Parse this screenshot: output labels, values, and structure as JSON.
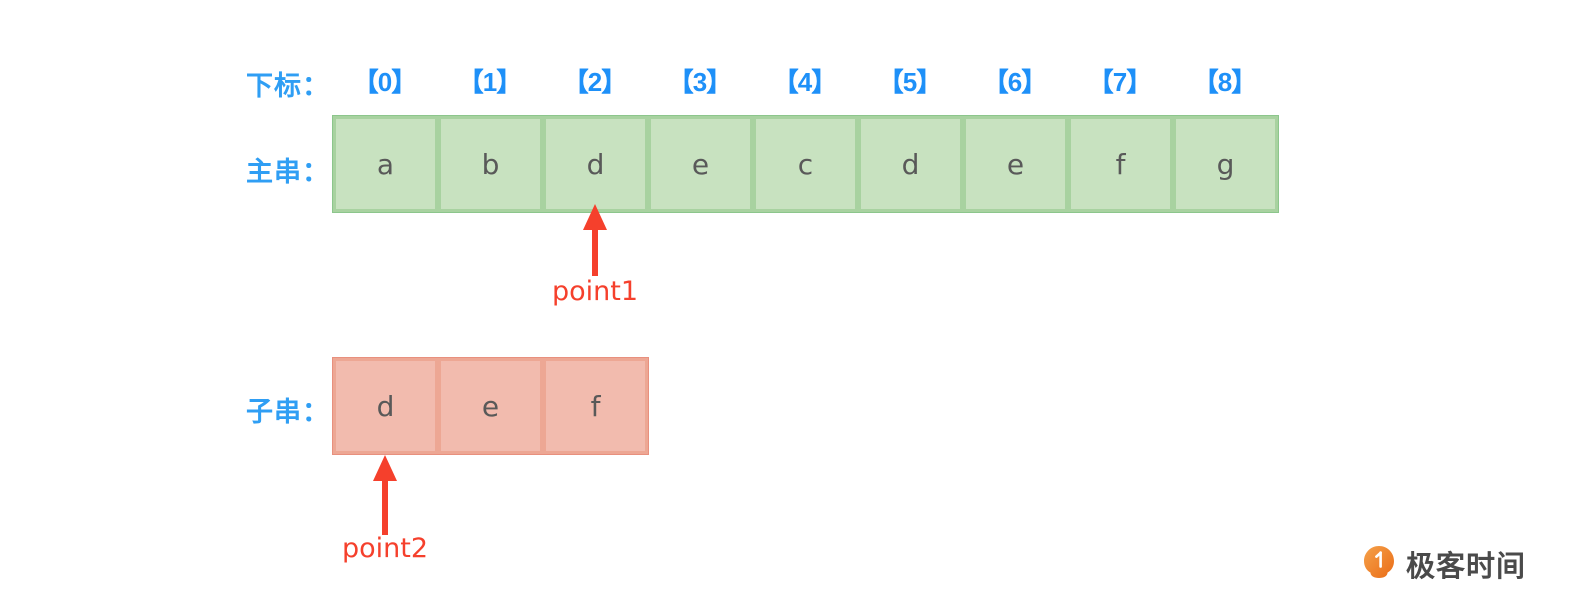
{
  "diagram": {
    "index_row": {
      "label": "下标：",
      "cells": [
        "【0】",
        "【1】",
        "【2】",
        "【3】",
        "【4】",
        "【5】",
        "【6】",
        "【7】",
        "【8】"
      ]
    },
    "main_string": {
      "label": "主串：",
      "cells": [
        "a",
        "b",
        "d",
        "e",
        "c",
        "d",
        "e",
        "f",
        "g"
      ]
    },
    "sub_string": {
      "label": "子串：",
      "cells": [
        "d",
        "e",
        "f"
      ]
    },
    "pointers": [
      {
        "name": "point1",
        "label": "point1",
        "target_index": 2
      },
      {
        "name": "point2",
        "label": "point2",
        "target_index": 0
      }
    ],
    "colors": {
      "label_blue": "#2f9ef4",
      "index_blue": "#1e90f8",
      "main_fill": "#c8e2c0",
      "main_border": "#a8d2a0",
      "main_outer": "#8cc68c",
      "sub_fill": "#f2bbae",
      "sub_border": "#eda794",
      "sub_outer": "#e8907e",
      "pointer_red": "#f5402c",
      "cell_text": "#595959",
      "background": "#ffffff"
    }
  },
  "watermark": {
    "brand": "极客时间",
    "logo_color": "#f07822"
  }
}
